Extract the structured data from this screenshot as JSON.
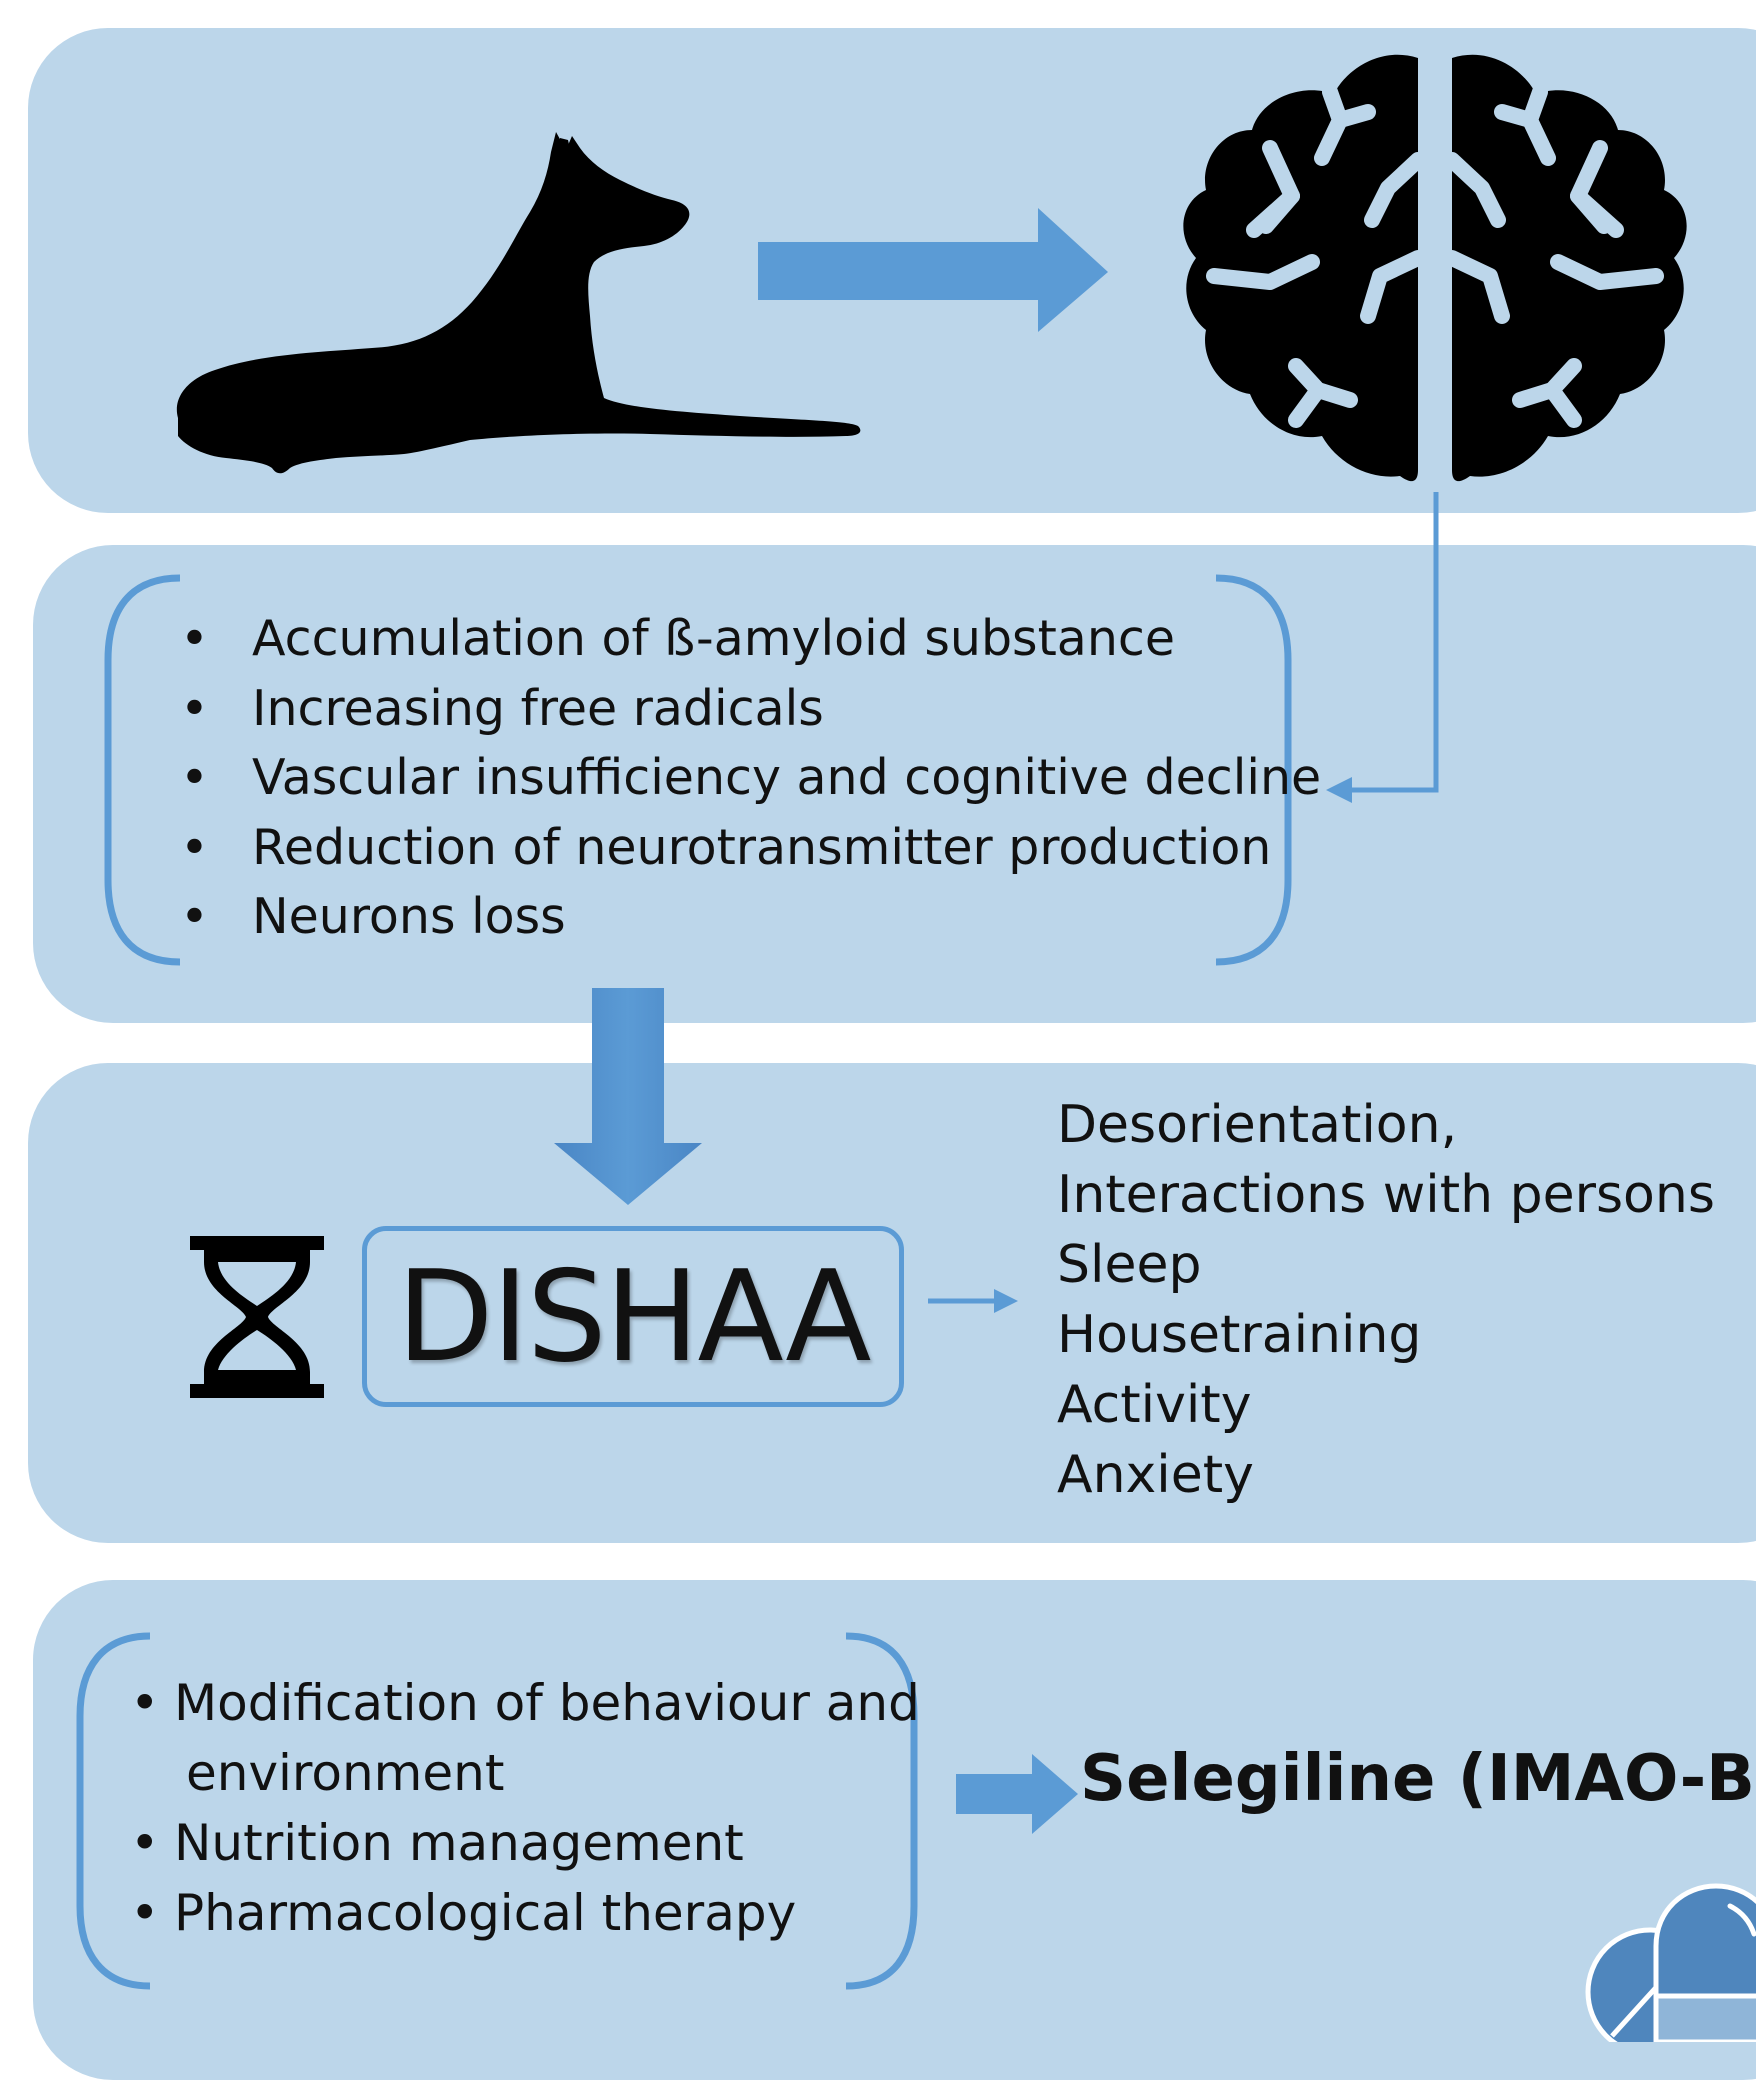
{
  "mechanisms": [
    "Accumulation of ß-amyloid substance",
    "Increasing free radicals",
    "Vascular insufficiency and cognitive decline",
    "Reduction of neurotransmitter production",
    "Neurons loss"
  ],
  "dishaa": "DISHAA",
  "symptoms": [
    "Desorientation,",
    "Interactions with persons",
    "Sleep",
    "Housetraining",
    "Activity",
    "Anxiety"
  ],
  "management": {
    "item_1_line_1": "Modification of behaviour and",
    "item_1_line_2": "environment",
    "item_2": "Nutrition management",
    "item_3": "Pharmacological therapy"
  },
  "drug": "Selegiline (IMAO-B)",
  "colors": {
    "panel": "#bcd6ea",
    "accent": "#5b9bd5",
    "silhouette": "#000000"
  },
  "icons": [
    "dog-icon",
    "brain-icon",
    "hourglass-icon",
    "pill-capsule-icon"
  ]
}
